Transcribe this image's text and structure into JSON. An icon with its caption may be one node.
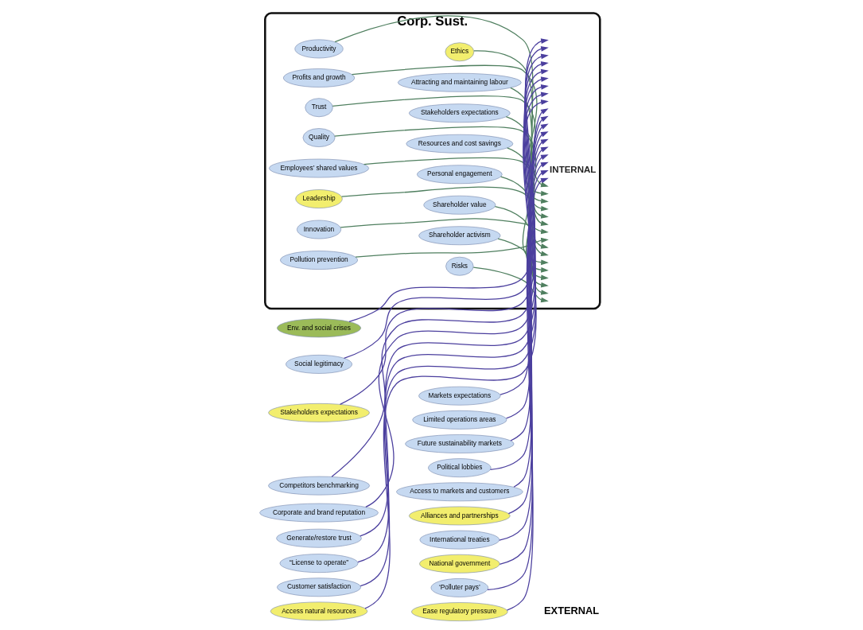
{
  "diagram": {
    "nodes": [
      {
        "text": [
          "Corp. Sust.",
          "INTERNAL"
        ]
      },
      {
        "text": [
          "Env. and social crises"
        ]
      },
      {
        "text": [
          "Social legitimacy"
        ]
      },
      {
        "text": [
          "Stakeholders expectations"
        ]
      },
      {
        "text": [
          "Competitors benchmarking"
        ]
      },
      {
        "text": [
          "Corporate and brand reputation"
        ]
      },
      {
        "text": [
          "Generate/restore trust"
        ]
      },
      {
        "text": [
          "“License to operate”"
        ]
      },
      {
        "text": [
          "Customer satisfaction"
        ]
      },
      {
        "text": [
          "Access natural resources"
        ]
      },
      {
        "text": [
          "Markets expectations"
        ]
      },
      {
        "text": [
          "Limited operations areas"
        ]
      },
      {
        "text": [
          "Future sustainability markets"
        ]
      },
      {
        "text": [
          "Political lobbies"
        ]
      },
      {
        "text": [
          "Access to markets and customers"
        ]
      },
      {
        "text": [
          "Alliances and partnerships"
        ]
      },
      {
        "text": [
          "International treaties"
        ]
      },
      {
        "text": [
          "National government"
        ]
      },
      {
        "text": [
          "‘Polluter pays’"
        ]
      },
      {
        "text": [
          "Ease regulatory pressure"
        ]
      },
      {
        "text": [
          "Productivity"
        ],
        "in": 0
      },
      {
        "text": [
          "Profits and growth"
        ],
        "in": 0
      },
      {
        "text": [
          "Trust"
        ],
        "in": 0
      },
      {
        "text": [
          "Quality"
        ],
        "in": 0
      },
      {
        "text": [
          "Employees’ shared values"
        ],
        "in": 0
      },
      {
        "text": [
          "Leadership"
        ],
        "in": 0
      },
      {
        "text": [
          "Innovation"
        ],
        "in": 0
      },
      {
        "text": [
          "Pollution prevention"
        ],
        "in": 0
      },
      {
        "text": [
          "Ethics"
        ],
        "in": 0
      },
      {
        "text": [
          "Attracting and maintaining labour"
        ],
        "in": 0
      },
      {
        "text": [
          "Stakeholders expectations"
        ],
        "in": 0
      },
      {
        "text": [
          "Resources and cost savings"
        ],
        "in": 0
      },
      {
        "text": [
          "Personal engagement"
        ],
        "in": 0
      },
      {
        "text": [
          "Shareholder value"
        ],
        "in": 0
      },
      {
        "text": [
          "Shareholder activism"
        ],
        "in": 0
      },
      {
        "text": [
          "Risks"
        ],
        "in": 0
      }
    ],
    "edges": [
      {
        "from": 1,
        "to": 0,
        "arrow": "to"
      },
      {
        "from": 2,
        "to": 0,
        "arrow": "to"
      },
      {
        "from": 3,
        "to": 0,
        "arrow": "to"
      },
      {
        "from": 4,
        "to": 0,
        "arrow": "to"
      },
      {
        "from": 5,
        "to": 0,
        "arrow": "to"
      },
      {
        "from": 6,
        "to": 0,
        "arrow": "to"
      },
      {
        "from": 7,
        "to": 0,
        "arrow": "to"
      },
      {
        "from": 8,
        "to": 0,
        "arrow": "to"
      },
      {
        "from": 9,
        "to": 0,
        "arrow": "to"
      },
      {
        "from": 10,
        "to": 0,
        "arrow": "to"
      },
      {
        "from": 11,
        "to": 0,
        "arrow": "to"
      },
      {
        "from": 12,
        "to": 0,
        "arrow": "to"
      },
      {
        "from": 13,
        "to": 0,
        "arrow": "to"
      },
      {
        "from": 14,
        "to": 0,
        "arrow": "to"
      },
      {
        "from": 15,
        "to": 0,
        "arrow": "to"
      },
      {
        "from": 16,
        "to": 0,
        "arrow": "to"
      },
      {
        "from": 17,
        "to": 0,
        "arrow": "to"
      },
      {
        "from": 18,
        "to": 0,
        "arrow": "to"
      },
      {
        "from": 19,
        "to": 0,
        "arrow": "to"
      },
      {
        "from": 20,
        "to": 0,
        "arrow": "to",
        "color": "#4f7f5f"
      },
      {
        "from": 21,
        "to": 0,
        "arrow": "to",
        "color": "#4f7f5f"
      },
      {
        "from": 22,
        "to": 0,
        "arrow": "to",
        "color": "#4f7f5f"
      },
      {
        "from": 23,
        "to": 0,
        "arrow": "to",
        "color": "#4f7f5f"
      },
      {
        "from": 24,
        "to": 0,
        "arrow": "to",
        "color": "#4f7f5f"
      },
      {
        "from": 25,
        "to": 0,
        "arrow": "to",
        "color": "#4f7f5f"
      },
      {
        "from": 26,
        "to": 0,
        "arrow": "to",
        "color": "#4f7f5f"
      },
      {
        "from": 27,
        "to": 0,
        "arrow": "to",
        "color": "#4f7f5f"
      },
      {
        "from": 28,
        "to": 0,
        "arrow": "to",
        "color": "#4f7f5f"
      },
      {
        "from": 29,
        "to": 0,
        "arrow": "to",
        "color": "#4f7f5f"
      },
      {
        "from": 30,
        "to": 0,
        "arrow": "to",
        "color": "#4f7f5f"
      },
      {
        "from": 31,
        "to": 0,
        "arrow": "to",
        "color": "#4f7f5f"
      },
      {
        "from": 32,
        "to": 0,
        "arrow": "to",
        "color": "#4f7f5f"
      },
      {
        "from": 33,
        "to": 0,
        "arrow": "to",
        "color": "#4f7f5f"
      },
      {
        "from": 34,
        "to": 0,
        "arrow": "to",
        "color": "#4f7f5f"
      },
      {
        "from": 35,
        "to": 0,
        "arrow": "to",
        "color": "#4f7f5f"
      }
    ],
    "labels": [
      "EXTERNAL"
    ]
  }
}
